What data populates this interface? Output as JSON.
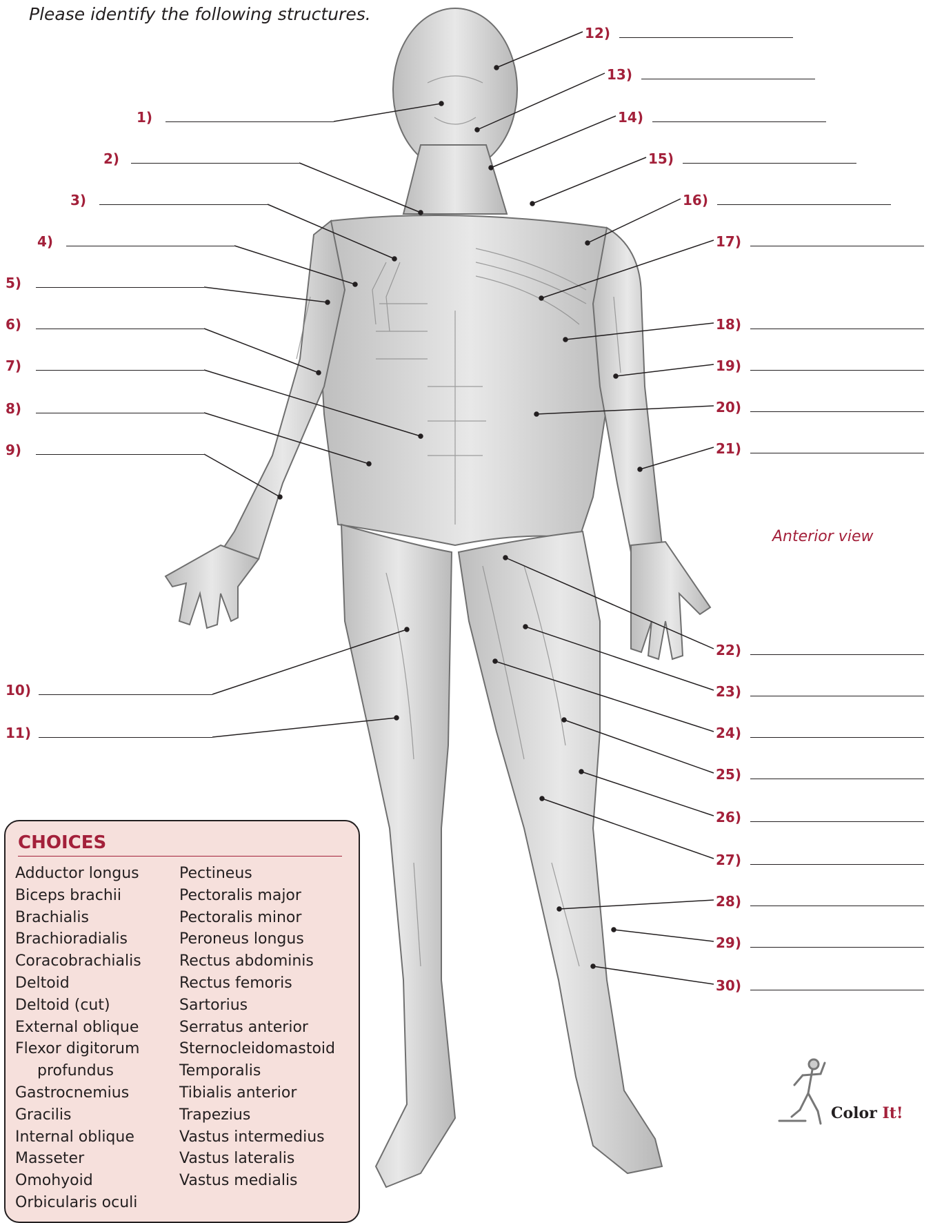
{
  "instruction": "Please identify the following structures.",
  "view_label": "Anterior view",
  "labels": [
    "1)",
    "2)",
    "3)",
    "4)",
    "5)",
    "6)",
    "7)",
    "8)",
    "9)",
    "10)",
    "11)",
    "12)",
    "13)",
    "14)",
    "15)",
    "16)",
    "17)",
    "18)",
    "19)",
    "20)",
    "21)",
    "22)",
    "23)",
    "24)",
    "25)",
    "26)",
    "27)",
    "28)",
    "29)",
    "30)"
  ],
  "choices": {
    "title": "CHOICES",
    "column1": [
      "Adductor longus",
      "Biceps brachii",
      "Brachialis",
      "Brachioradialis",
      "Coracobrachialis",
      "Deltoid",
      "Deltoid (cut)",
      "External oblique",
      "Flexor digitorum",
      "profundus",
      "Gastrocnemius",
      "Gracilis",
      "Internal oblique",
      "Masseter",
      "Omohyoid",
      "Orbicularis oculi"
    ],
    "column2": [
      "Pectineus",
      "Pectoralis major",
      "Pectoralis minor",
      "Peroneus longus",
      "Rectus abdominis",
      "Rectus femoris",
      "Sartorius",
      "Serratus anterior",
      "Sternocleidomastoid",
      "Temporalis",
      "Tibialis anterior",
      "Trapezius",
      "Vastus intermedius",
      "Vastus lateralis",
      "Vastus medialis"
    ]
  },
  "badge": {
    "text_main": "Color ",
    "text_accent": "It!"
  },
  "colors": {
    "accent": "#a3203a",
    "ink": "#231f20",
    "choices_bg": "#f6e0dc"
  }
}
